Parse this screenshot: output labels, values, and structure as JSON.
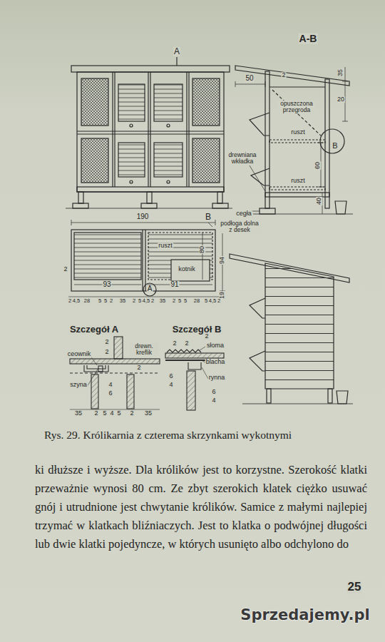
{
  "diagram": {
    "caption": "Rys. 29. Królikarnia z czterema skrzynkami wykotnymi",
    "labels": [
      "A",
      "A-B",
      "50",
      "2",
      "35",
      "20",
      "opuszczona przegroda",
      "ruszt",
      "60",
      "B",
      "ruszt",
      "drewniana wkładka",
      "cegła",
      "40",
      "B",
      "190",
      "podłoga dolna z desek",
      "ruszt",
      "80",
      "94",
      "2",
      "93",
      "91",
      "kotnik",
      "A",
      "19",
      "2",
      "4,5",
      "28",
      "5",
      "5",
      "2",
      "35",
      "2",
      "5",
      "4,5",
      "2",
      "35",
      "2",
      "5",
      "5",
      "28",
      "5",
      "4,5",
      "2",
      "Szczegół A",
      "2",
      "drewn. kreflik",
      "ceownik",
      "2",
      "2",
      "szyna",
      "4",
      "6",
      "35",
      "2",
      "5",
      "4",
      "5",
      "2",
      "35",
      "Szczegół B",
      "2",
      "2",
      "2",
      "słoma",
      "blacha",
      "6",
      "4",
      "rynna",
      "6",
      "4",
      "ki dłuższe i wyższe. Dla królików jest to korzystne. Szerokość klatki przeważnie wynosi 80 cm. Ze zbyt szerokich klatek ciężko usuwać gnój i utrudnione jest chwytanie królików. Samice z małymi najlepiej trzymać w klatkach bliźniaczych. Jest to klatka o podwójnej długości lub dwie klatki pojedyncze, w których usunięto albo odchylono do",
      "25",
      "Sprzedajemy.pl"
    ]
  }
}
